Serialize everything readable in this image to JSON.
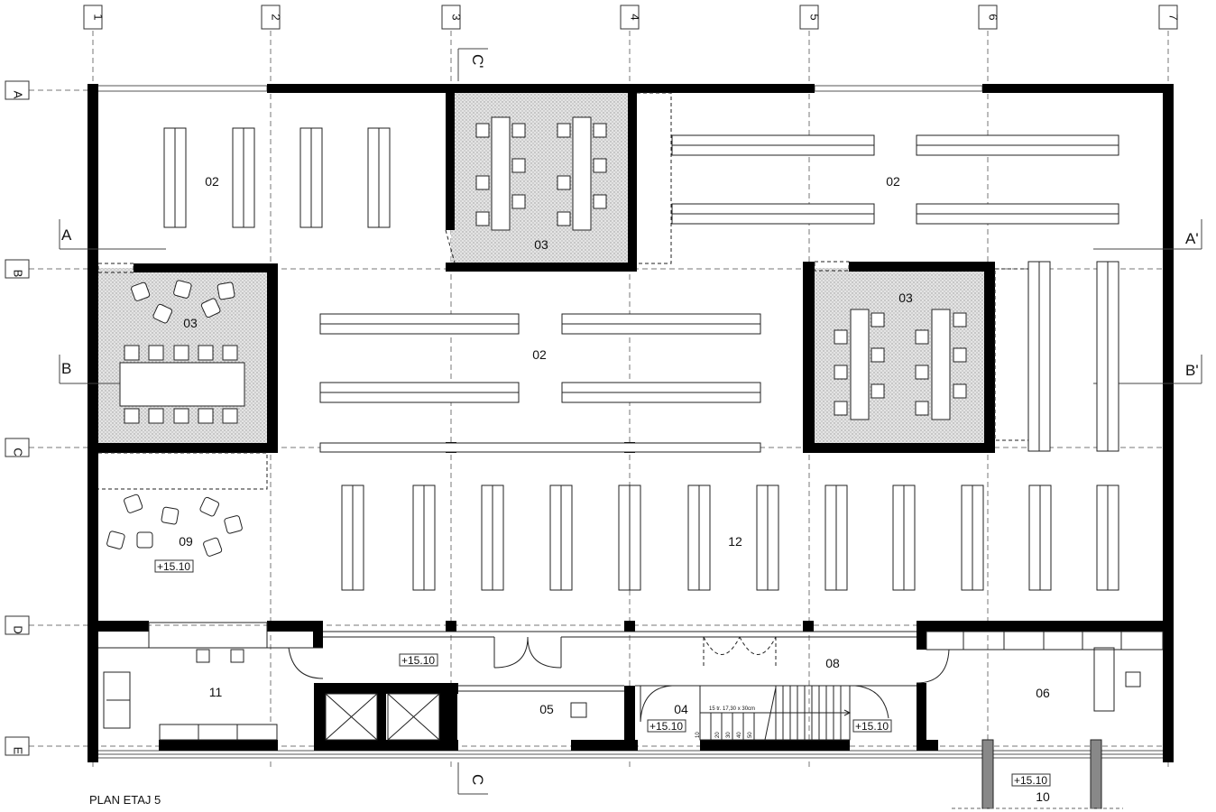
{
  "plan": {
    "title": "PLAN ETAJ 5",
    "grid_columns": [
      "1",
      "2",
      "3",
      "4",
      "5",
      "6",
      "7"
    ],
    "grid_rows": [
      "A",
      "B",
      "C",
      "D",
      "E"
    ],
    "sections": {
      "a_left": "A",
      "a_right": "A'",
      "b_left": "B",
      "b_right": "B'",
      "c_top": "C'",
      "c_bottom": "C"
    },
    "rooms": [
      {
        "id": "r1",
        "label": "02"
      },
      {
        "id": "r2",
        "label": "03"
      },
      {
        "id": "r3",
        "label": "02"
      },
      {
        "id": "r4",
        "label": "03"
      },
      {
        "id": "r5",
        "label": "02"
      },
      {
        "id": "r6",
        "label": "03"
      },
      {
        "id": "r7",
        "label": "09"
      },
      {
        "id": "r8",
        "label": "12"
      },
      {
        "id": "r9",
        "label": "11"
      },
      {
        "id": "r10",
        "label": "05"
      },
      {
        "id": "r11",
        "label": "04"
      },
      {
        "id": "r12",
        "label": "08"
      },
      {
        "id": "r13",
        "label": "06"
      },
      {
        "id": "r14",
        "label": "10"
      }
    ],
    "levels": [
      {
        "id": "l1",
        "value": "+15.10"
      },
      {
        "id": "l2",
        "value": "+15.10"
      },
      {
        "id": "l3",
        "value": "+15.10"
      },
      {
        "id": "l4",
        "value": "+15.10"
      },
      {
        "id": "l5",
        "value": "+15.10"
      }
    ],
    "stair_note": "15 tr. 17,30 x 30cm",
    "stair_steps": [
      "10",
      "20",
      "30",
      "40",
      "50"
    ]
  }
}
